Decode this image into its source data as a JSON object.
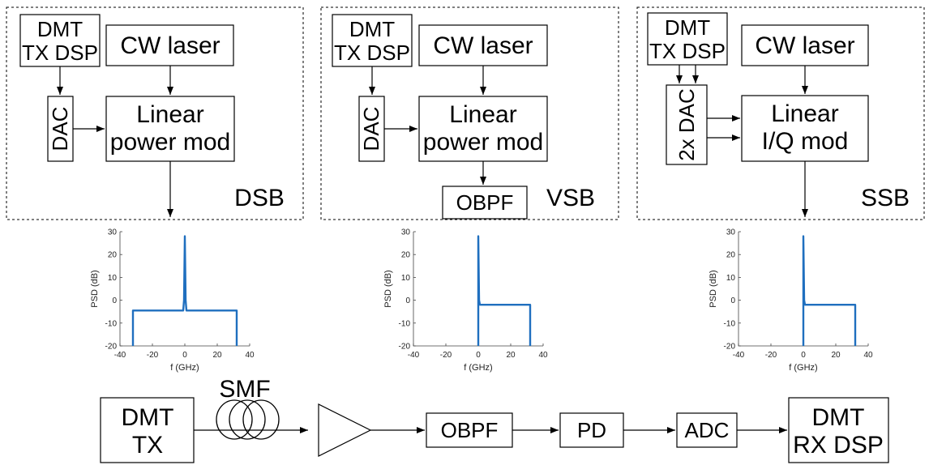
{
  "panels": [
    {
      "scheme_label": "DSB",
      "tx_dsp": [
        "DMT",
        "TX DSP"
      ],
      "laser": "CW laser",
      "dac": "DAC",
      "modulator": [
        "Linear",
        "power mod"
      ],
      "filter": ""
    },
    {
      "scheme_label": "VSB",
      "tx_dsp": [
        "DMT",
        "TX DSP"
      ],
      "laser": "CW laser",
      "dac": "DAC",
      "modulator": [
        "Linear",
        "power mod"
      ],
      "filter": "OBPF"
    },
    {
      "scheme_label": "SSB",
      "tx_dsp": [
        "DMT",
        "TX DSP"
      ],
      "laser": "CW laser",
      "dac": "2x DAC",
      "modulator": [
        "Linear",
        "I/Q mod"
      ],
      "filter": ""
    }
  ],
  "plot_axes": {
    "xlabel": "f (GHz)",
    "ylabel": "PSD (dB)",
    "xticks": [
      "-40",
      "-20",
      "0",
      "20",
      "40"
    ],
    "yticks": [
      "30",
      "20",
      "10",
      "0",
      "-10",
      "-20"
    ]
  },
  "chart_data": [
    {
      "type": "line",
      "name": "DSB spectrum",
      "xlim": [
        -40,
        40
      ],
      "ylim": [
        -20,
        30
      ],
      "points": [
        [
          -32,
          -20
        ],
        [
          -32,
          -4.5
        ],
        [
          -1,
          -4.5
        ],
        [
          -0.5,
          0
        ],
        [
          0,
          28
        ],
        [
          0.5,
          0
        ],
        [
          1,
          -4.5
        ],
        [
          32,
          -4.5
        ],
        [
          32,
          -20
        ]
      ]
    },
    {
      "type": "line",
      "name": "VSB spectrum",
      "xlim": [
        -40,
        40
      ],
      "ylim": [
        -20,
        30
      ],
      "points": [
        [
          0,
          -20
        ],
        [
          0,
          28
        ],
        [
          0.5,
          0
        ],
        [
          1,
          -2
        ],
        [
          32,
          -2
        ],
        [
          32,
          -20
        ]
      ]
    },
    {
      "type": "line",
      "name": "SSB spectrum",
      "xlim": [
        -40,
        40
      ],
      "ylim": [
        -20,
        30
      ],
      "points": [
        [
          0,
          -20
        ],
        [
          0,
          28
        ],
        [
          0.5,
          0
        ],
        [
          1,
          -2
        ],
        [
          32,
          -2
        ],
        [
          32,
          -20
        ]
      ]
    }
  ],
  "link": {
    "dmt_tx": [
      "DMT",
      "TX"
    ],
    "fiber": "SMF",
    "obpf": "OBPF",
    "pd": "PD",
    "adc": "ADC",
    "dmt_rx": [
      "DMT",
      "RX DSP"
    ]
  }
}
